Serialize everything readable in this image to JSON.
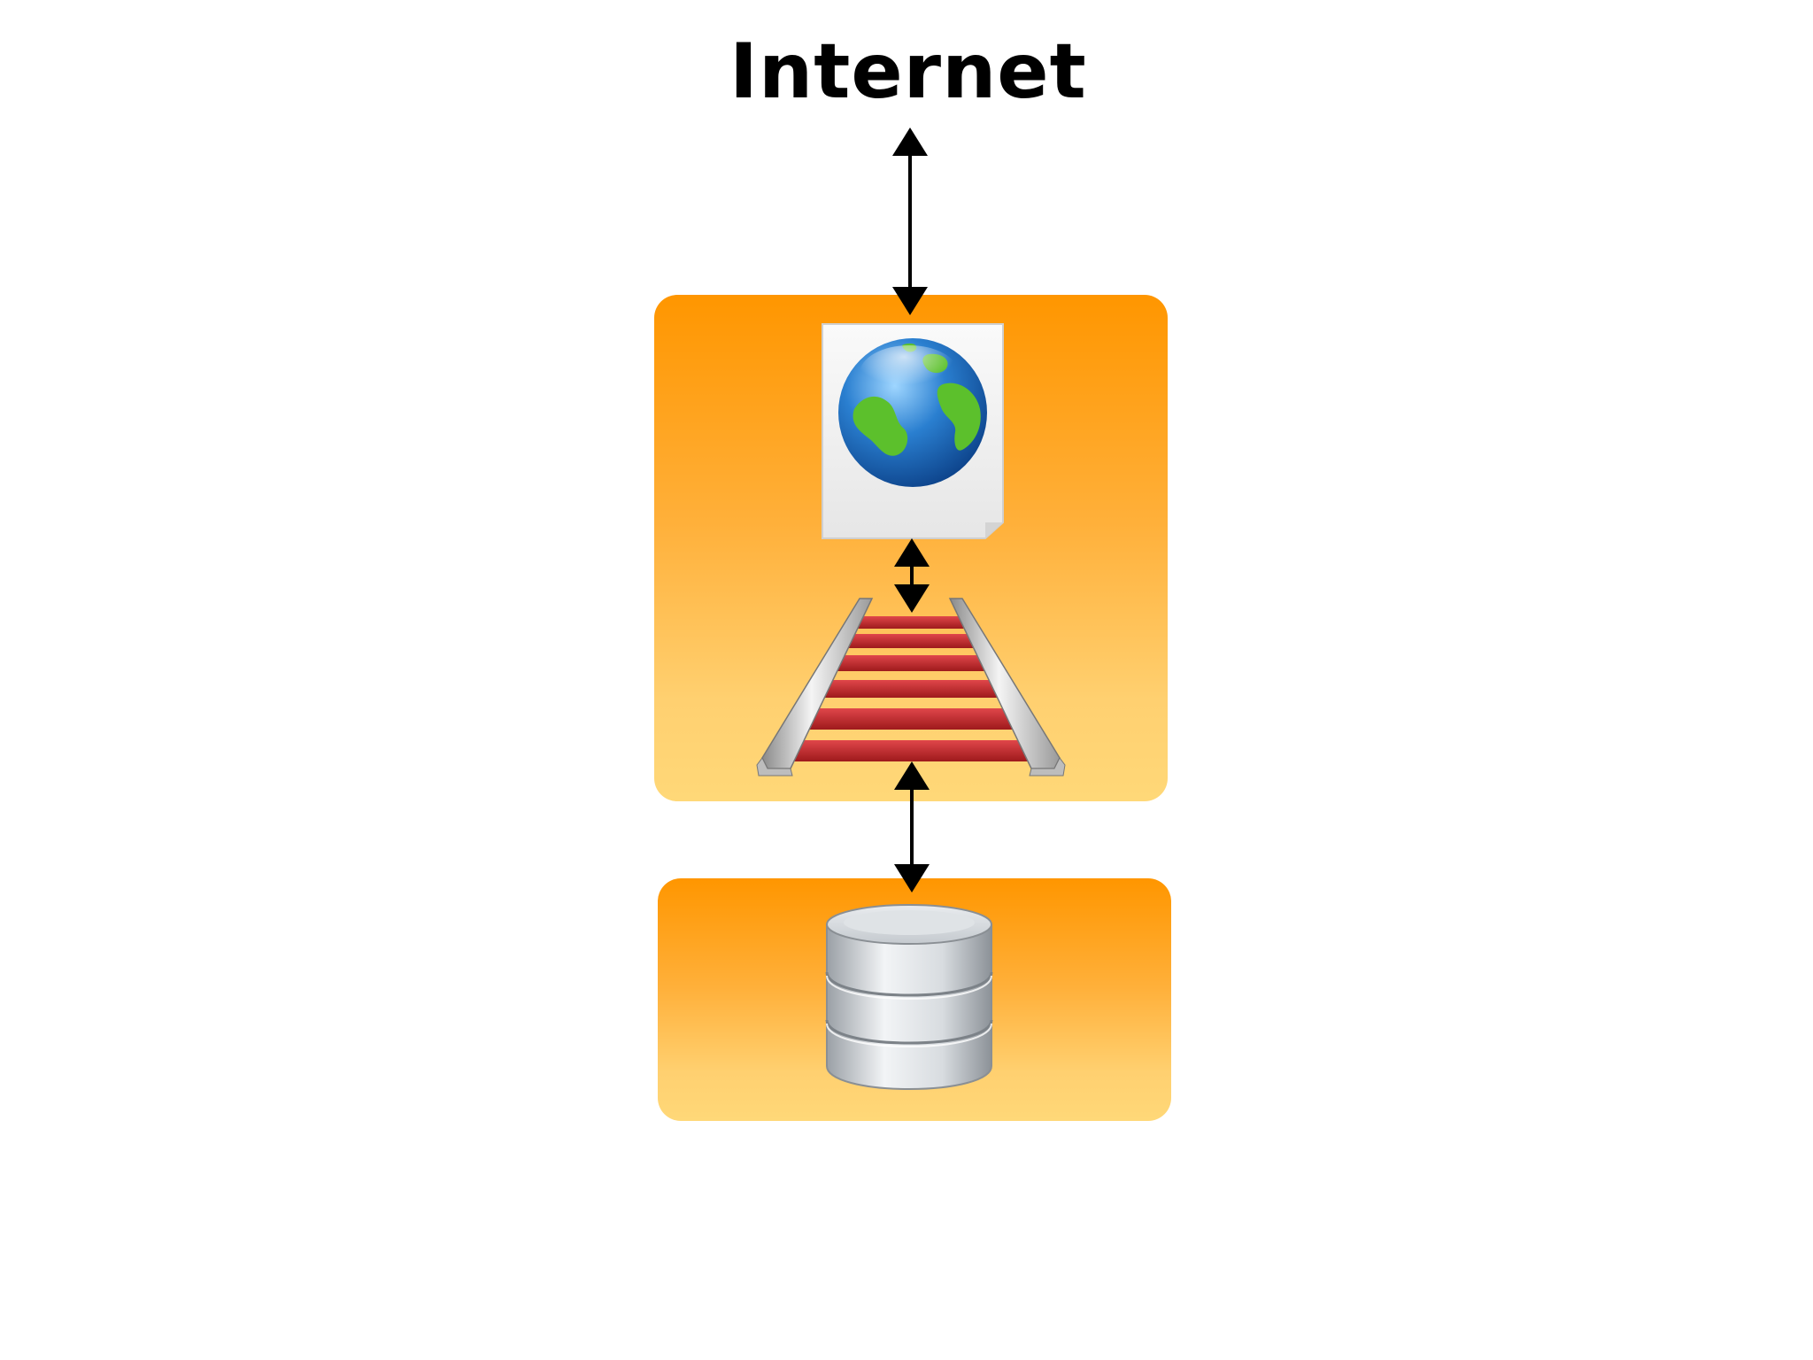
{
  "diagram": {
    "title": "Internet",
    "nodes": [
      {
        "id": "web-page",
        "icon": "globe-document-icon"
      },
      {
        "id": "rails",
        "icon": "rails-icon"
      },
      {
        "id": "database",
        "icon": "database-icon"
      }
    ],
    "edges": [
      {
        "from": "internet",
        "to": "web-page",
        "direction": "bidirectional"
      },
      {
        "from": "web-page",
        "to": "rails",
        "direction": "bidirectional"
      },
      {
        "from": "rails",
        "to": "database",
        "direction": "bidirectional"
      }
    ],
    "colors": {
      "panel_top": "#ff9600",
      "panel_bottom": "#ffd878",
      "arrow": "#000000",
      "rails_red": "#c0282a"
    }
  }
}
